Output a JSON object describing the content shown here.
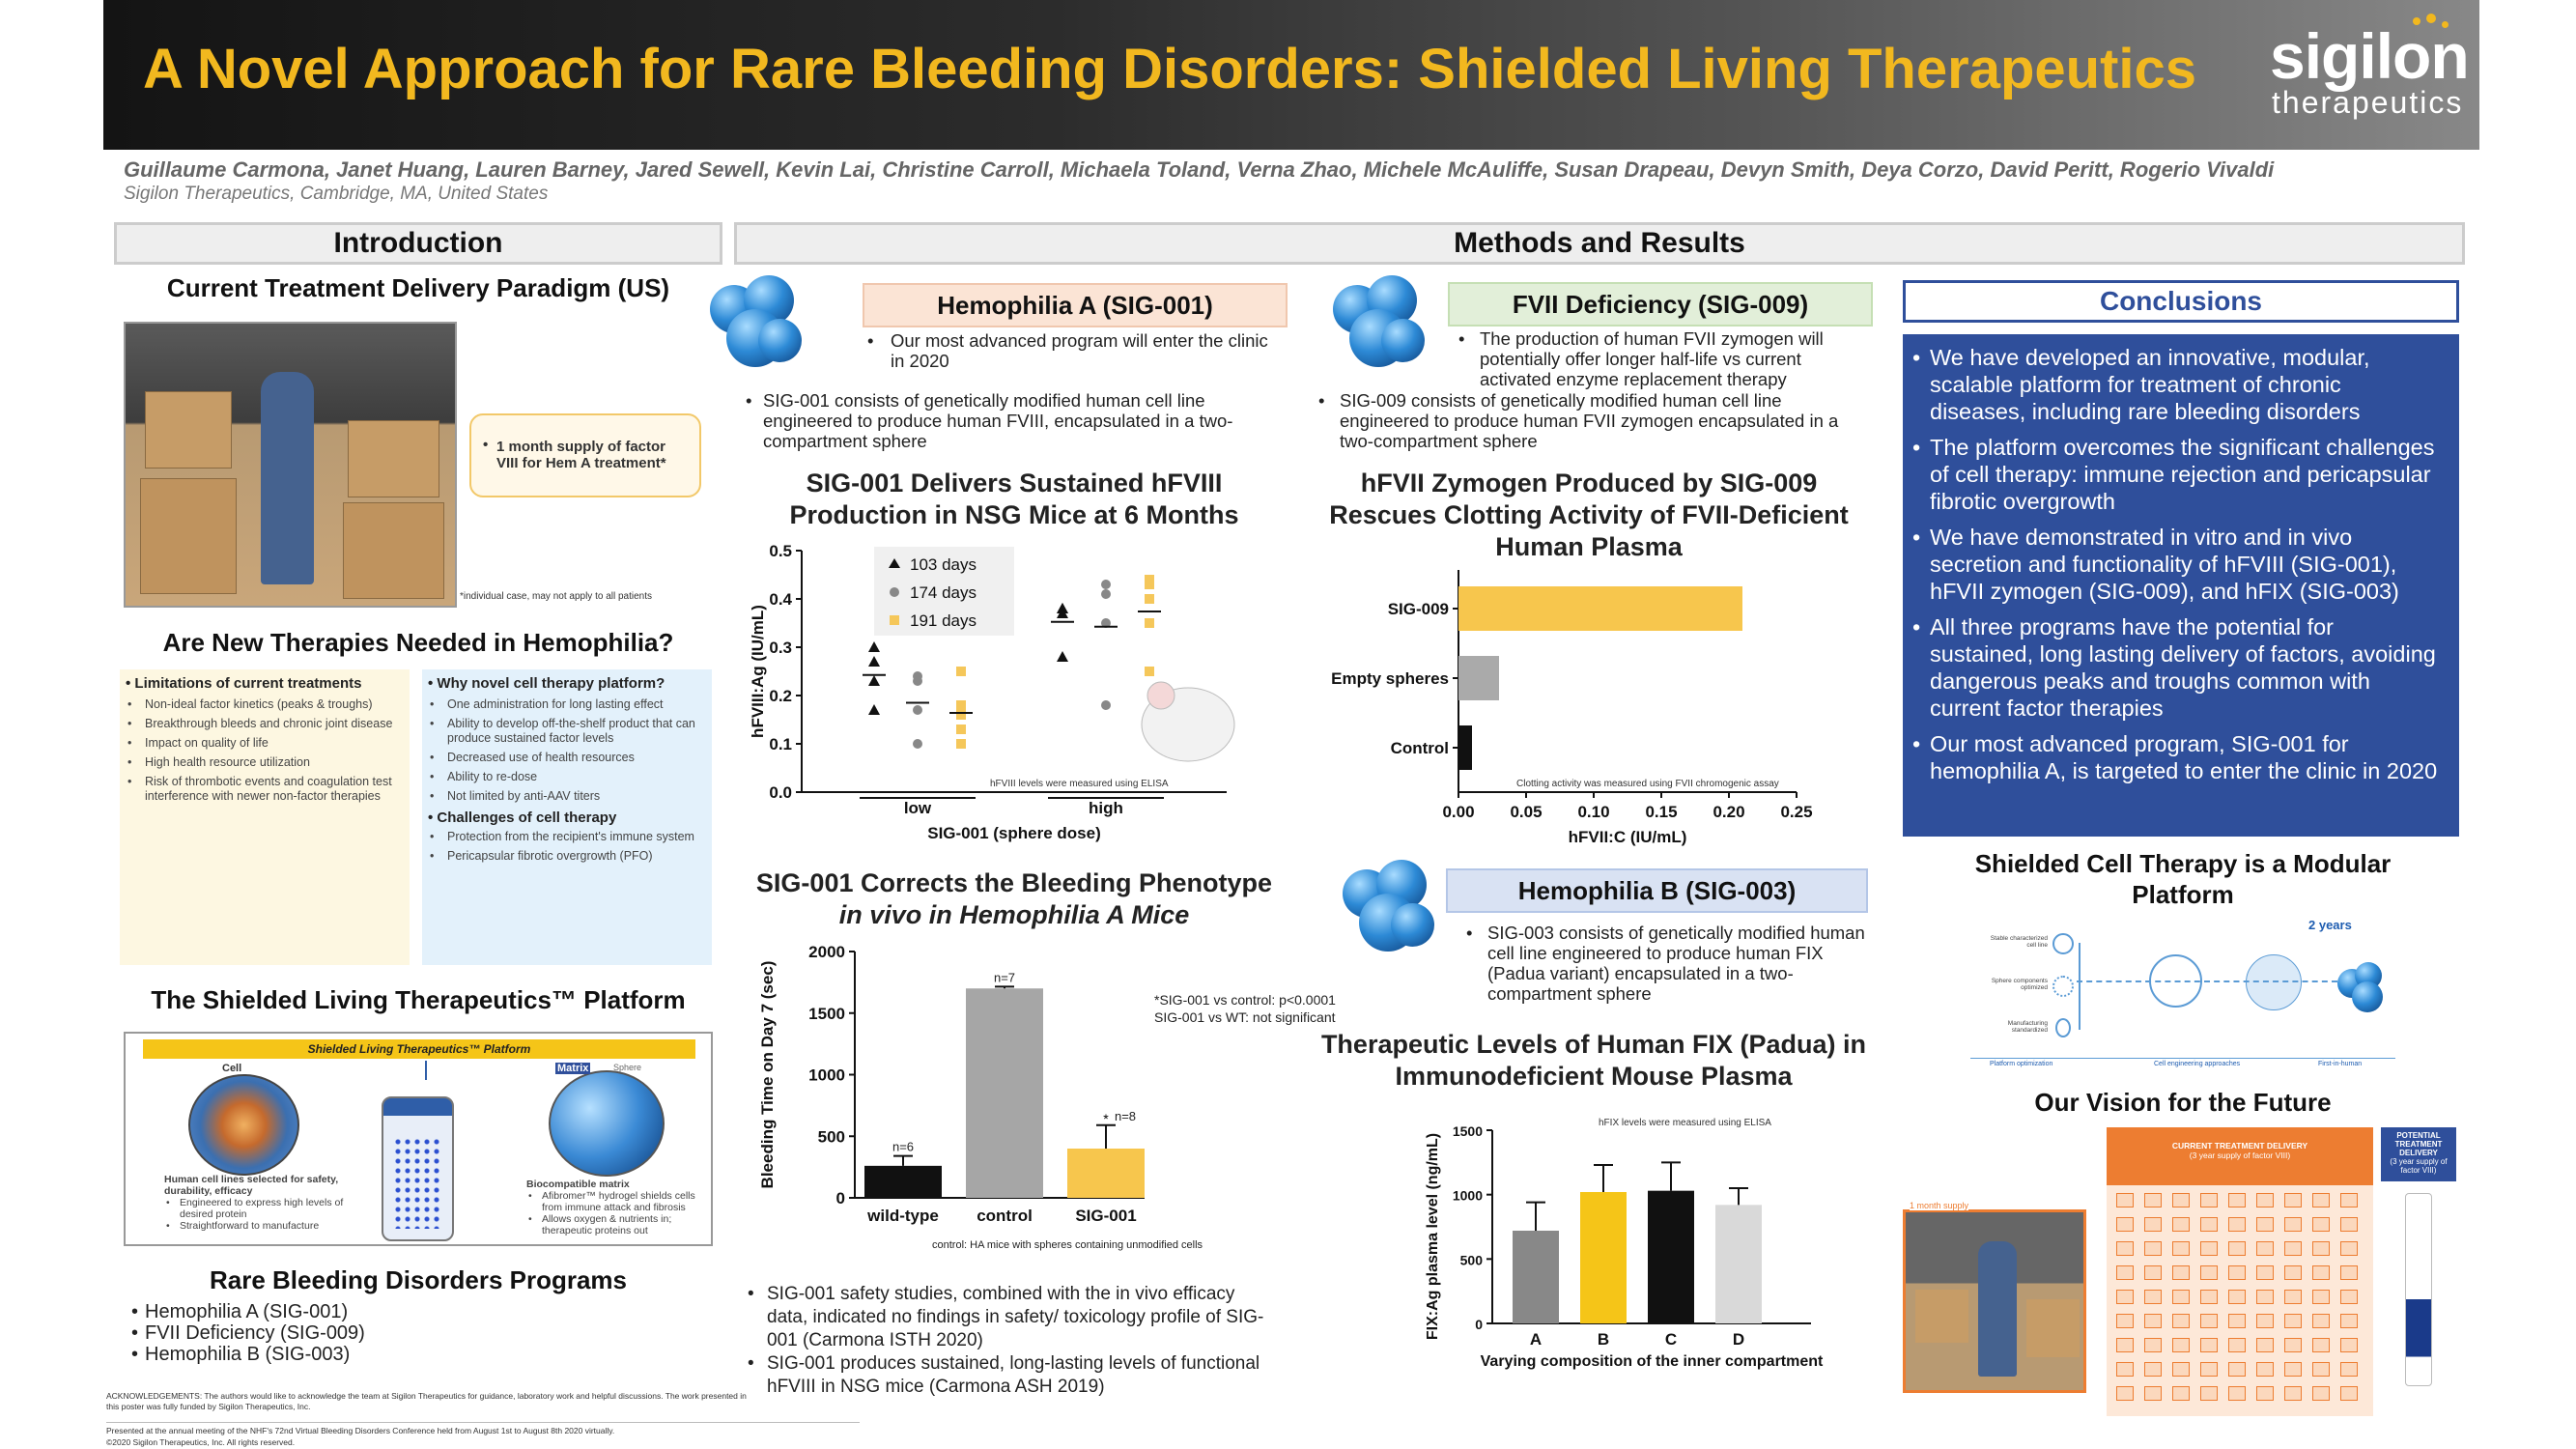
{
  "header": {
    "title": "A Novel Approach for Rare Bleeding Disorders:  Shielded Living Therapeutics",
    "logo_main": "sigilon",
    "logo_sub": "therapeutics",
    "authors": "Guillaume Carmona, Janet Huang, Lauren Barney, Jared Sewell, Kevin Lai, Christine Carroll, Michaela Toland, Verna Zhao, Michele McAuliffe, Susan Drapeau, Devyn Smith, Deya Corzo, David Peritt, Rogerio Vivaldi",
    "affiliation": "Sigilon Therapeutics, Cambridge, MA, United States"
  },
  "intro": {
    "header": "Introduction",
    "paradigm_title": "Current Treatment Delivery Paradigm (US)",
    "callout": "1 month supply of factor VIII for Hem A treatment*",
    "footnote": "*individual case, may not apply to all patients",
    "needed_title": "Are New Therapies Needed in Hemophilia?",
    "limits_title": "Limitations of current treatments",
    "limits": [
      "Non-ideal factor kinetics (peaks & troughs)",
      "Breakthrough bleeds and chronic joint disease",
      "Impact on quality of life",
      "High health resource utilization",
      "Risk of thrombotic events and coagulation test interference with newer non-factor therapies"
    ],
    "why_title": "Why novel cell therapy platform?",
    "why": [
      "One administration for long lasting effect",
      "Ability to develop off-the-shelf product that can produce sustained factor levels",
      "Decreased use of health resources",
      "Ability to re-dose",
      "Not limited by anti-AAV titers"
    ],
    "challenges_title": "Challenges of cell therapy",
    "challenges": [
      "Protection from the recipient's immune system",
      "Pericapsular fibrotic overgrowth (PFO)"
    ],
    "platform_title": "The Shielded Living Therapeutics™ Platform",
    "platform_banner": "Shielded Living Therapeutics™ Platform",
    "cell_label": "Cell",
    "matrix_label": "Matrix",
    "sphere_label": "Sphere",
    "cells_title": "Human cell lines selected for safety, durability, efficacy",
    "cells_items": [
      "Engineered to express high levels of desired protein",
      "Straightforward to manufacture"
    ],
    "matrix_title": "Biocompatible matrix",
    "matrix_items": [
      "Afibromer™ hydrogel shields cells from immune attack and fibrosis",
      "Allows oxygen & nutrients in; therapeutic proteins out"
    ],
    "programs_title": "Rare Bleeding Disorders Programs",
    "programs": [
      "Hemophilia A (SIG-001)",
      "FVII Deficiency (SIG-009)",
      "Hemophilia B (SIG-003)"
    ],
    "ack": "ACKNOWLEDGEMENTS: The authors would like to acknowledge the team at Sigilon Therapeutics for guidance, laboratory work and helpful discussions. The work presented in this poster was fully funded by Sigilon Therapeutics, Inc.",
    "presented": "Presented at the annual meeting of the NHF's 72nd Virtual Bleeding Disorders Conference held from August 1st to August 8th 2020 virtually.",
    "copyright": "©2020 Sigilon Therapeutics, Inc.  All rights reserved."
  },
  "methods": {
    "header": "Methods and Results",
    "hemA_header": "Hemophilia A (SIG-001)",
    "hemA_bullet": "Our most advanced program will enter the clinic in 2020",
    "hemA_desc": "SIG-001 consists of genetically modified human cell line engineered to produce human FVIII, encapsulated in a two-compartment sphere",
    "fvii_header": "FVII Deficiency (SIG-009)",
    "fvii_bullet": "The production of human FVII zymogen will potentially offer longer half-life vs current activated enzyme replacement therapy",
    "fvii_desc": "SIG-009 consists of genetically modified human cell line engineered to produce human FVII zymogen encapsulated in a two-compartment sphere",
    "hemB_header": "Hemophilia B (SIG-003)",
    "hemB_desc": "SIG-003 consists of genetically modified human cell line engineered to produce human FIX (Padua variant) encapsulated in a two-compartment sphere",
    "safety": [
      "SIG-001 safety studies, combined with the in vivo efficacy data, indicated no findings in safety/ toxicology profile of SIG-001  (Carmona ISTH 2020)",
      "SIG-001 produces sustained, long-lasting levels of functional hFVIII in NSG mice (Carmona ASH 2019)"
    ],
    "bleed_note1": "*SIG-001 vs control: p<0.0001",
    "bleed_note2": "SIG-001 vs WT: not significant",
    "bleed_footer": "control: HA mice with spheres containing unmodified cells",
    "elisa_note": "hFVIII levels were measured using ELISA",
    "clot_note": "Clotting activity was measured using FVII chromogenic assay",
    "fix_note": "hFIX levels were measured using ELISA"
  },
  "conclusions": {
    "header": "Conclusions",
    "items": [
      "We have developed an innovative, modular, scalable platform for treatment of chronic diseases, including rare bleeding disorders",
      "The platform overcomes the significant challenges of cell therapy: immune rejection and pericapsular fibrotic overgrowth",
      "We have demonstrated in vitro and in vivo secretion and functionality of hFVIII (SIG-001), hFVII zymogen (SIG-009), and hFIX (SIG-003)",
      "All three programs have the potential for sustained, long lasting delivery of factors, avoiding dangerous peaks and troughs common with current factor therapies",
      "Our most advanced program, SIG-001 for hemophilia A, is targeted to enter the clinic in 2020"
    ],
    "modular_title": "Shielded Cell Therapy is a Modular Platform",
    "years": "2 years",
    "modular_steps": [
      "Stable characterized cell line",
      "Sphere components optimized",
      "Manufacturing standardized"
    ],
    "modular_footer": [
      "Platform optimization",
      "Cell engineering approaches",
      "First-in-human"
    ],
    "vision_title": "Our Vision for the Future",
    "current_delivery": "CURRENT TREATMENT DELIVERY",
    "current_sub": "(3 year supply of factor VIII)",
    "potential_delivery": "POTENTIAL TREATMENT DELIVERY",
    "potential_sub": "(3 year supply of factor VIII)",
    "month_supply": "1 month supply"
  },
  "chart_data": [
    {
      "type": "scatter",
      "title": "SIG-001 Delivers Sustained hFVIII Production in NSG Mice at 6 Months",
      "xlabel": "SIG-001 (sphere dose)",
      "ylabel": "hFVIII:Ag (IU/mL)",
      "categories": [
        "low",
        "high"
      ],
      "ylim": [
        0,
        0.5
      ],
      "yticks": [
        "0.0",
        "0.1",
        "0.2",
        "0.3",
        "0.4",
        "0.5"
      ],
      "legend_position": "top-left",
      "series": [
        {
          "name": "103 days",
          "color": "#111111",
          "low": [
            0.3,
            0.27,
            0.23,
            0.17
          ],
          "high": [
            0.38,
            0.38,
            0.28,
            0.37
          ]
        },
        {
          "name": "174 days",
          "color": "#888888",
          "low": [
            0.24,
            0.23,
            0.17,
            0.1
          ],
          "high": [
            0.43,
            0.41,
            0.35,
            0.18
          ]
        },
        {
          "name": "191 days",
          "color": "#f5c75a",
          "low": [
            0.25,
            0.18,
            0.16,
            0.13,
            0.1
          ],
          "high": [
            0.44,
            0.43,
            0.4,
            0.35,
            0.25
          ]
        }
      ]
    },
    {
      "type": "bar",
      "title": "hFVII Zymogen Produced by SIG-009 Rescues Clotting Activity of FVII-Deficient Human Plasma",
      "xlabel": "hFVII:C (IU/mL)",
      "categories": [
        "SIG-009",
        "Empty spheres",
        "Control"
      ],
      "values": [
        0.21,
        0.03,
        0.01
      ],
      "colors": [
        "#f7c64d",
        "#aaaaaa",
        "#111111"
      ],
      "xlim": [
        0,
        0.25
      ],
      "xticks": [
        "0.00",
        "0.05",
        "0.10",
        "0.15",
        "0.20",
        "0.25"
      ]
    },
    {
      "type": "bar",
      "title_line1": "SIG-001 Corrects the Bleeding Phenotype",
      "title_line2": "in vivo in Hemophilia A Mice",
      "ylabel": "Bleeding Time on Day 7 (sec)",
      "categories": [
        "wild-type",
        "control",
        "SIG-001"
      ],
      "values": [
        260,
        1700,
        400
      ],
      "errors": [
        80,
        15,
        190
      ],
      "labels": [
        "n=6",
        "n=7",
        "n=8"
      ],
      "colors": [
        "#111111",
        "#a6a6a6",
        "#f7c64d"
      ],
      "ylim": [
        0,
        2000
      ],
      "yticks": [
        "0",
        "500",
        "1000",
        "1500",
        "2000"
      ],
      "star": "*"
    },
    {
      "type": "bar",
      "title": "Therapeutic Levels of Human FIX (Padua) in Immunodeficient Mouse Plasma",
      "xlabel": "Varying composition of the inner compartment",
      "ylabel": "FIX:Ag plasma level (ng/mL)",
      "categories": [
        "A",
        "B",
        "C",
        "D"
      ],
      "values": [
        720,
        1020,
        1030,
        920
      ],
      "errors": [
        220,
        210,
        220,
        130
      ],
      "colors": [
        "#888888",
        "#f5c518",
        "#111111",
        "#d9d9d9"
      ],
      "ylim": [
        0,
        1500
      ],
      "yticks": [
        "0",
        "500",
        "1000",
        "1500"
      ]
    }
  ]
}
